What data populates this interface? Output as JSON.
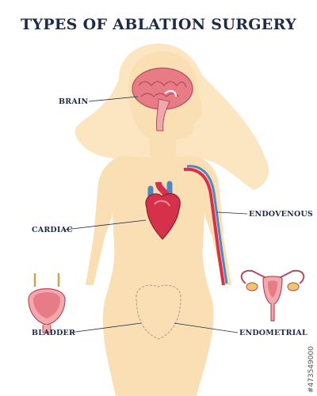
{
  "title": "TYPES OF ABLATION SURGERY",
  "labels": {
    "brain": "BRAIN",
    "cardiac": "CARDIAC",
    "endovenous": "ENDOVENOUS",
    "bladder": "BLADDER",
    "endometrial": "ENDOMETRIAL"
  },
  "stock_id": "#473549000",
  "colors": {
    "title_text": "#1f2a44",
    "skin": "#f9dfb3",
    "hair": "#fbe2b6",
    "brain_pink": "#e87c86",
    "heart_red": "#d6314a",
    "vein_blue": "#4f87c2",
    "artery_red": "#d6314a",
    "uterus_pink": "#f2a9ad"
  }
}
